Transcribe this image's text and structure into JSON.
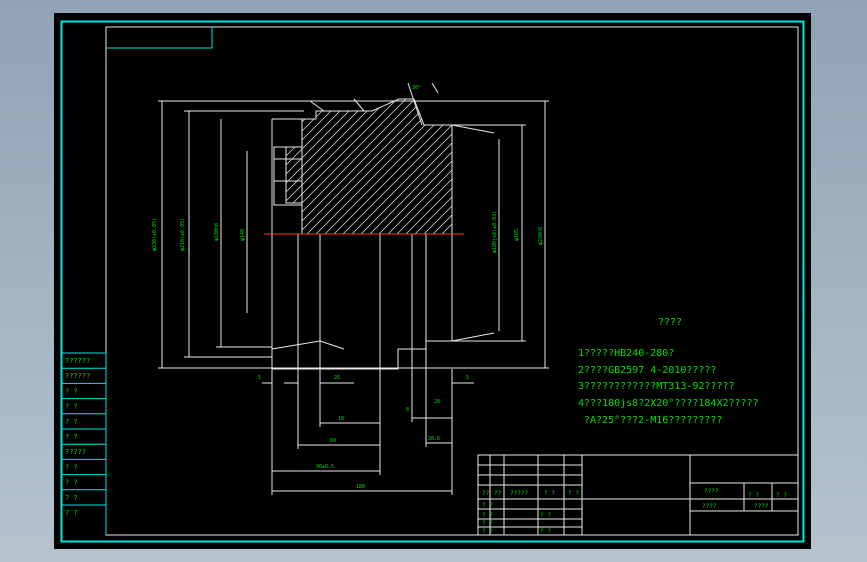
{
  "notes": {
    "title": "????",
    "lines": [
      "1?????HB240-280?",
      "2????GB2597 4-2010?????",
      "3????????????MT313-92?????",
      "4???180js8?2X20°????184X2?????",
      "?A?25°???2-M16?????????"
    ]
  },
  "left_labels": [
    "??????",
    "??????",
    "? ?",
    "? ?",
    "? ?",
    "? ?",
    "?????",
    "? ?",
    "? ?",
    "? ?",
    "? ?"
  ],
  "dimensions": {
    "d_outer": "φ230(±0.05)",
    "d_outer2": "φ210(±0.05)",
    "d_bore": "φ180h8",
    "d_inner": "φ140",
    "d_right1": "φ180js8(±0.03)",
    "d_right2": "φ185",
    "d_right3": "φ230h8",
    "len_total": "180",
    "len_a": "96±0.5",
    "len_b": "60",
    "len_c": "18",
    "len_d": "26",
    "len_e": "5",
    "len_f": "8",
    "len_g": "20",
    "len_h": "28.6",
    "angle": "30°"
  },
  "title_block": {
    "row_a": [
      "??",
      "??",
      "?????",
      "? ?",
      "? ?"
    ],
    "cells": [
      "? ?",
      "? ?",
      "? ?",
      "? ?",
      "? ?",
      "? ?"
    ],
    "right_top": [
      "????",
      "? ?",
      "? ?"
    ],
    "right_bottom": [
      "????",
      "????"
    ]
  }
}
